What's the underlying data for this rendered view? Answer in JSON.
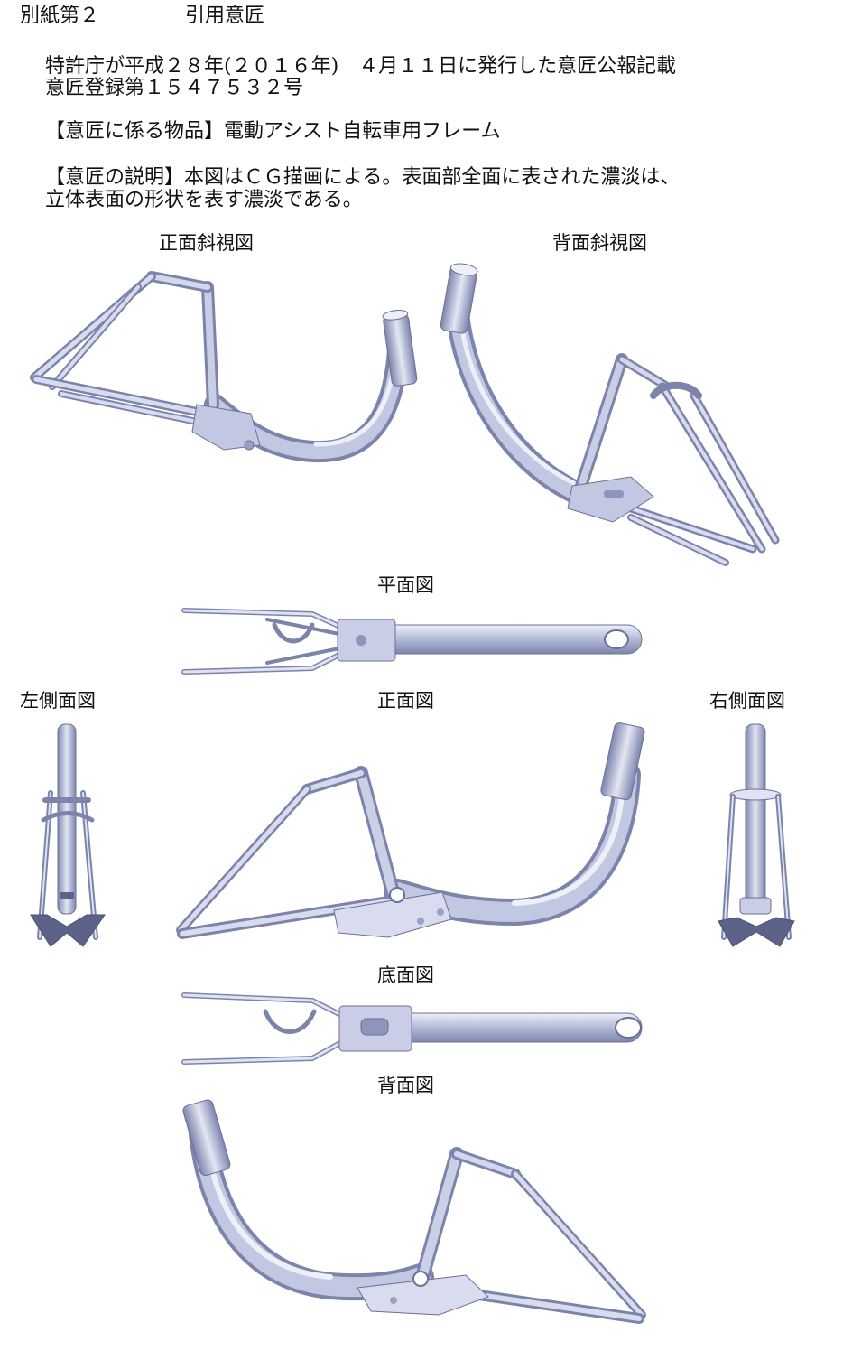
{
  "header": {
    "attachment": "別紙第２",
    "title": "引用意匠"
  },
  "publication": {
    "line1": "特許庁が平成２８年(２０１６年)　４月１１日に発行した意匠公報記載",
    "line2": "意匠登録第１５４７５３２号"
  },
  "article": "【意匠に係る物品】電動アシスト自転車用フレーム",
  "description": {
    "line1": "【意匠の説明】本図はＣＧ描画による。表面部全面に表された濃淡は、",
    "line2": "立体表面の形状を表す濃淡である。"
  },
  "views": {
    "front_perspective": "正面斜視図",
    "rear_perspective": "背面斜視図",
    "plan": "平面図",
    "left_side": "左側面図",
    "front": "正面図",
    "right_side": "右側面図",
    "bottom": "底面図",
    "rear": "背面図"
  },
  "colors": {
    "frame_light": "#dfe3f2",
    "frame_mid": "#aeb5d4",
    "frame_dark": "#7c84ab",
    "frame_outline": "#6a7096",
    "text": "#111111"
  }
}
